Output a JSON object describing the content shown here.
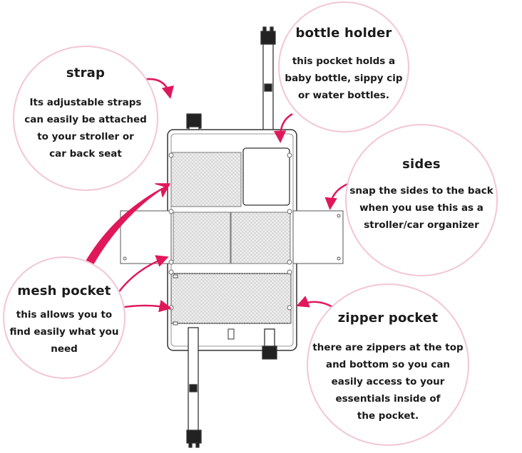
{
  "callouts": {
    "strap": {
      "title": "strap",
      "lines": [
        "Its adjustable straps",
        "can easily be attached",
        "to your stroller or",
        "car back seat"
      ]
    },
    "bottle_holder": {
      "title": "bottle holder",
      "lines": [
        "this pocket holds a",
        "baby bottle, sippy cip",
        "or water bottles."
      ]
    },
    "sides": {
      "title": "sides",
      "lines": [
        "snap the sides to the back",
        "when you use this as a",
        "stroller/car organizer"
      ]
    },
    "mesh_pocket": {
      "title": "mesh pocket",
      "lines": [
        "this allows you to",
        "find easily what you",
        "need"
      ]
    },
    "zipper_pocket": {
      "title": "zipper pocket",
      "lines": [
        "there are zippers at the top",
        "and bottom so you can",
        "easily access to your",
        "essentials inside of",
        "the pocket."
      ]
    }
  },
  "colors": {
    "bubble_border": "#f3c6d4",
    "arrow": "#e0185a",
    "line_art": "#333333",
    "mesh": "#d9d9d9"
  }
}
